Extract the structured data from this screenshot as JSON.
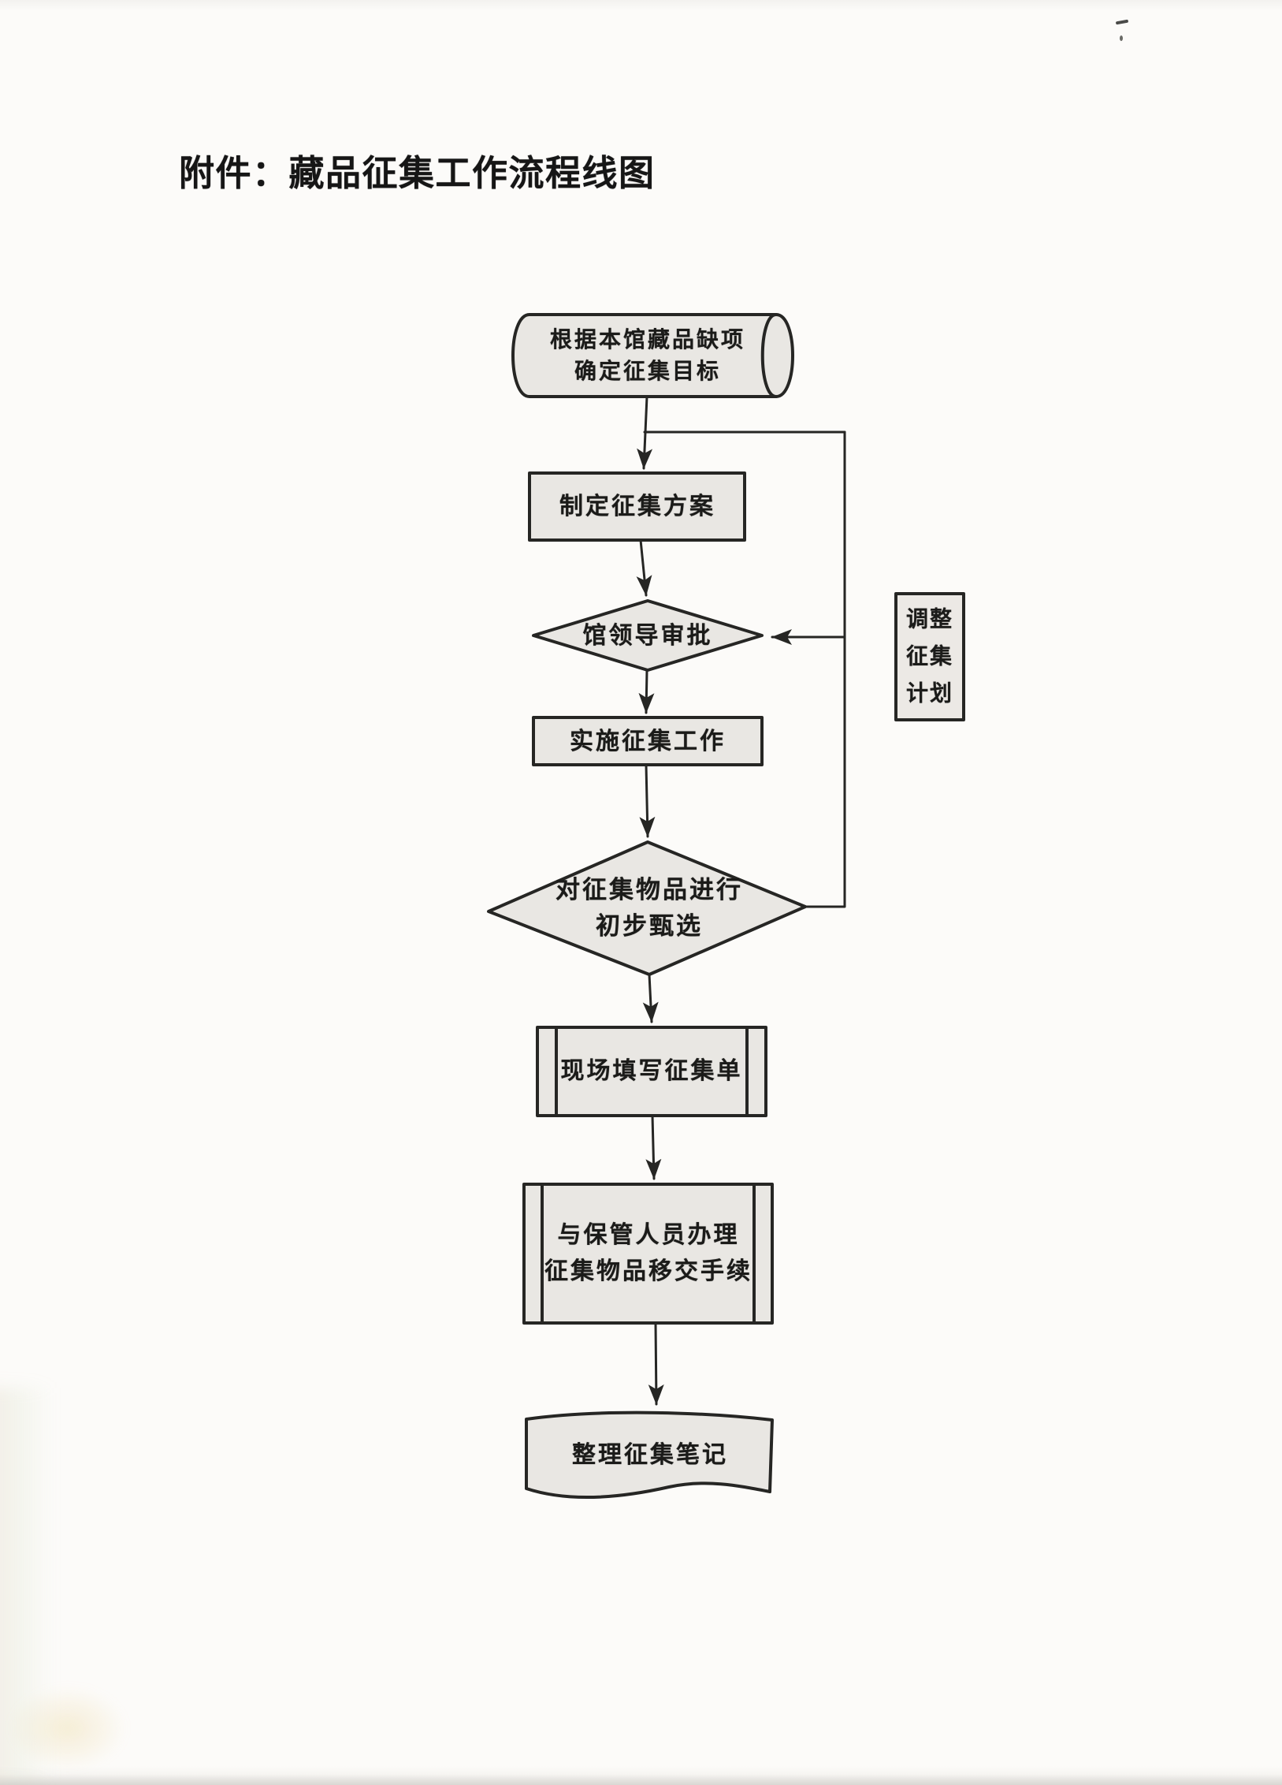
{
  "page": {
    "title": "附件：藏品征集工作流程线图"
  },
  "flowchart": {
    "nodes": {
      "goal": {
        "shape": "cylinder",
        "label": "根据本馆藏品缺项\n确定征集目标"
      },
      "plan": {
        "shape": "process",
        "label": "制定征集方案"
      },
      "approve": {
        "shape": "decision",
        "label": "馆领导审批"
      },
      "adjust": {
        "shape": "annotation-box",
        "label": "调整\n征集\n计划"
      },
      "implement": {
        "shape": "process",
        "label": "实施征集工作"
      },
      "screen": {
        "shape": "decision",
        "label": "对征集物品进行\n初步甄选"
      },
      "fillForm": {
        "shape": "predefined-process",
        "label": "现场填写征集单"
      },
      "handover": {
        "shape": "predefined-process",
        "label": "与保管人员办理\n征集物品移交手续"
      },
      "notes": {
        "shape": "document",
        "label": "整理征集笔记"
      }
    },
    "flow_order": [
      "goal",
      "plan",
      "approve",
      "implement",
      "screen",
      "fillForm",
      "handover",
      "notes"
    ],
    "feedback_loop": "screen → 调整征集计划 → approve / plan",
    "colors": {
      "ink": "#2a2a28",
      "shape_fill": "#e9e7e3",
      "paper": "#fcfbf9"
    }
  }
}
